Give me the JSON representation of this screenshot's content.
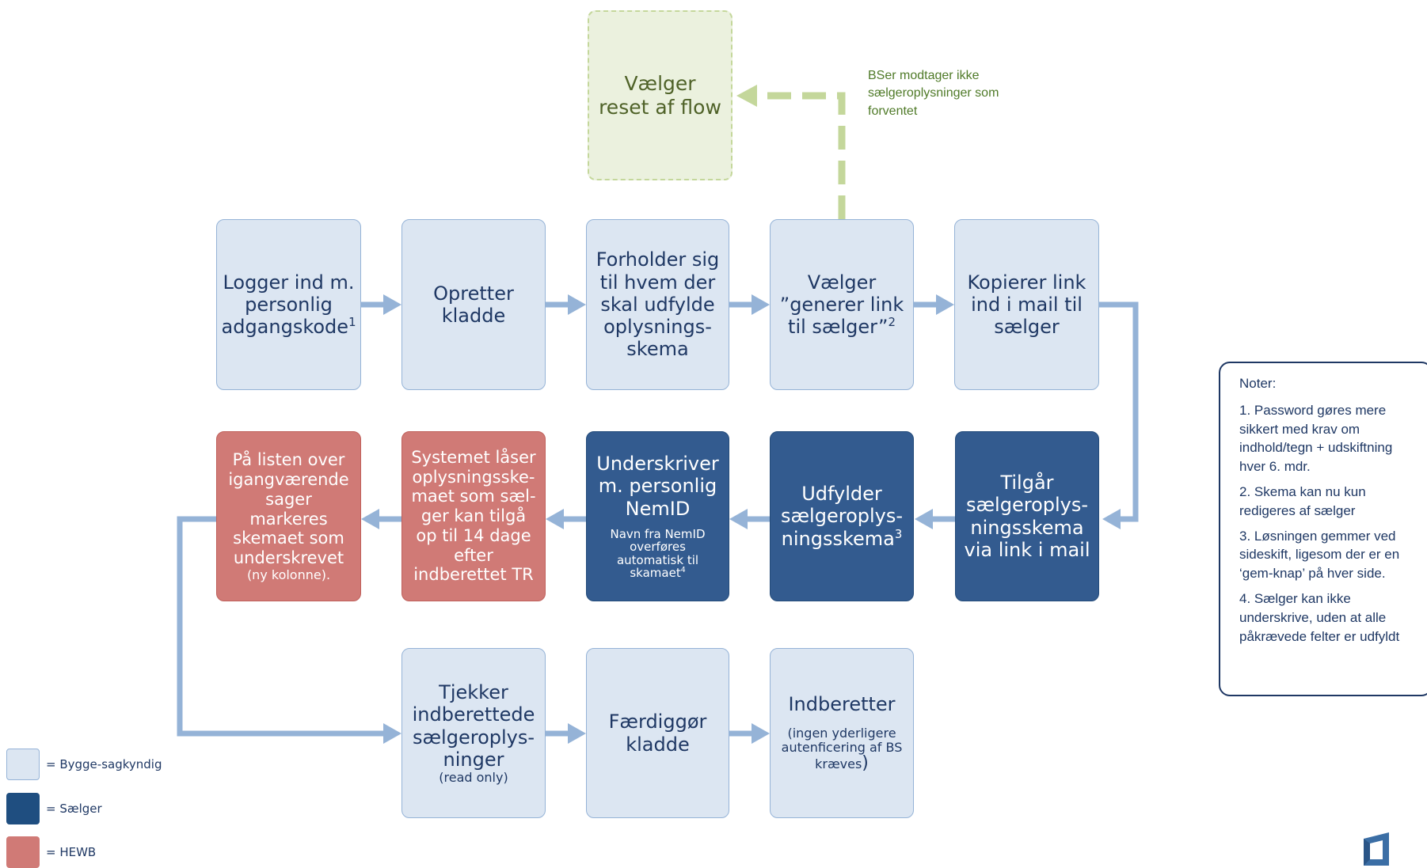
{
  "diagram": {
    "reset_box": {
      "text": "Vælger reset af flow"
    },
    "reset_note": "BSer modtager ikke sælgeroplysninger som forventet",
    "row1": [
      {
        "text": "Logger ind m. personlig adgangskode",
        "sup": "1"
      },
      {
        "text": "Opretter kladde"
      },
      {
        "text": "Forholder sig til hvem der skal udfylde oplysnings-skema"
      },
      {
        "text": "Vælger ”generer link til sælger”",
        "sup": "2"
      },
      {
        "text": "Kopierer link ind i mail til sælger"
      }
    ],
    "row2": [
      {
        "text": "På listen over igangværende sager markeres skemaet som underskrevet",
        "sub": "(ny kolonne)."
      },
      {
        "text": "Systemet låser oplysningsske-maet som sæl-ger kan tilgå op til 14 dage efter indberettet TR"
      },
      {
        "text": "Underskriver m. personlig NemID",
        "sub": "Navn fra NemID overføres automatisk til skamaet",
        "sup": "4"
      },
      {
        "text": "Udfylder sælgeroplys-ningsskema",
        "sup": "3"
      },
      {
        "text": "Tilgår sælgeroplys-ningsskema via link i mail"
      }
    ],
    "row3": [
      {
        "text": "Tjekker indberettede sælgeroplys-ninger",
        "sub": "(read only)"
      },
      {
        "text": "Færdiggør kladde"
      },
      {
        "text": "Indberetter",
        "sub": "(ingen yderligere autenficering af BS kræves",
        "tail": ")"
      }
    ]
  },
  "notes": {
    "title": "Noter:",
    "items": [
      "1. Password gøres mere sikkert med krav om indhold/tegn + udskiftning hver 6. mdr.",
      "2. Skema kan nu kun redigeres af sælger",
      "3. Løsningen gemmer ved sideskift, ligesom der er en ‘gem-knap’ på hver side.",
      "4. Sælger kan ikke underskrive, uden at alle påkrævede felter er udfyldt"
    ]
  },
  "legend": [
    {
      "label": "= Bygge-sagkyndig",
      "color": "#dce6f2"
    },
    {
      "label": "= Sælger",
      "color": "#1f4e80"
    },
    {
      "label": "= HEWB",
      "color": "#d07a76"
    }
  ],
  "colors": {
    "light_box": "#dce6f2",
    "dark_box": "#335b8f",
    "red_box": "#d07a76",
    "green_box": "#ebf1de",
    "arrow": "#95b3d7",
    "dashed_arrow": "#c4d79b"
  }
}
